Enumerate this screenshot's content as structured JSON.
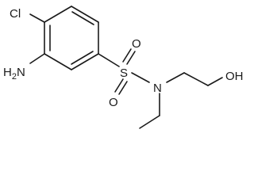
{
  "molecule": {
    "atoms": {
      "cl": "Cl",
      "nh2_h": "H",
      "nh2_sub": "2",
      "nh2_n": "N",
      "s": "S",
      "o_top": "O",
      "o_bottom": "O",
      "n": "N",
      "oh": "OH"
    }
  }
}
